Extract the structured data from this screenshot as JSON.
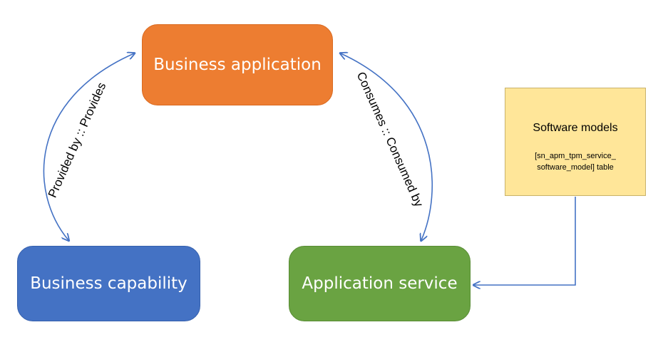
{
  "nodes": {
    "business_application": {
      "label": "Business application",
      "color": "#ED7D31"
    },
    "business_capability": {
      "label": "Business capability",
      "color": "#4472C4"
    },
    "application_service": {
      "label": "Application service",
      "color": "#6AA342"
    }
  },
  "note": {
    "title": "Software models",
    "subtitle_line1": "[sn_apm_tpm_service_",
    "subtitle_line2": "software_model] table",
    "color": "#FFE699"
  },
  "edges": {
    "left_label": "Provided by :: Provides",
    "right_label": "Consumes :: Consumed by",
    "line_color": "#4472C4"
  }
}
